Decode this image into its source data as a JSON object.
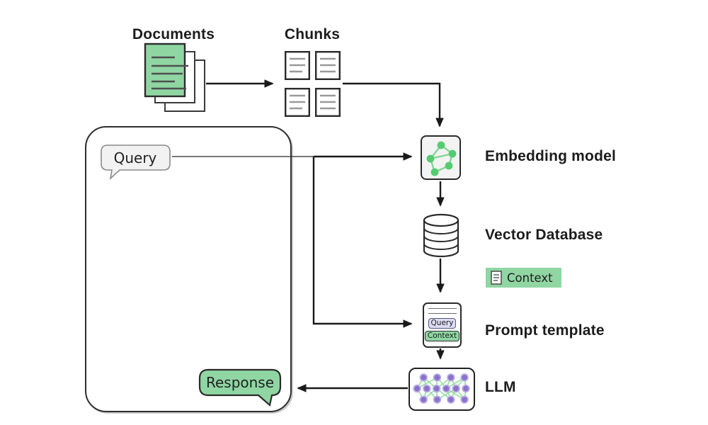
{
  "colors": {
    "accent_green": "#8fd6a3",
    "graph_green": "#57cd74",
    "edge_green": "#86d995",
    "node_purple": "#8a72cb",
    "outline_dark": "#2b2b2b",
    "chip_lavender": "#dcdcf5"
  },
  "diagram": {
    "documents_label": "Documents",
    "chunks_label": "Chunks",
    "query_bubble_label": "Query",
    "response_bubble_label": "Response",
    "embedding_model_label": "Embedding model",
    "vector_database_label": "Vector Database",
    "context_badge_label": "Context",
    "prompt_template_label": "Prompt template",
    "prompt_chips": [
      {
        "label": "Query"
      },
      {
        "label": "Context"
      }
    ],
    "llm_label": "LLM"
  }
}
